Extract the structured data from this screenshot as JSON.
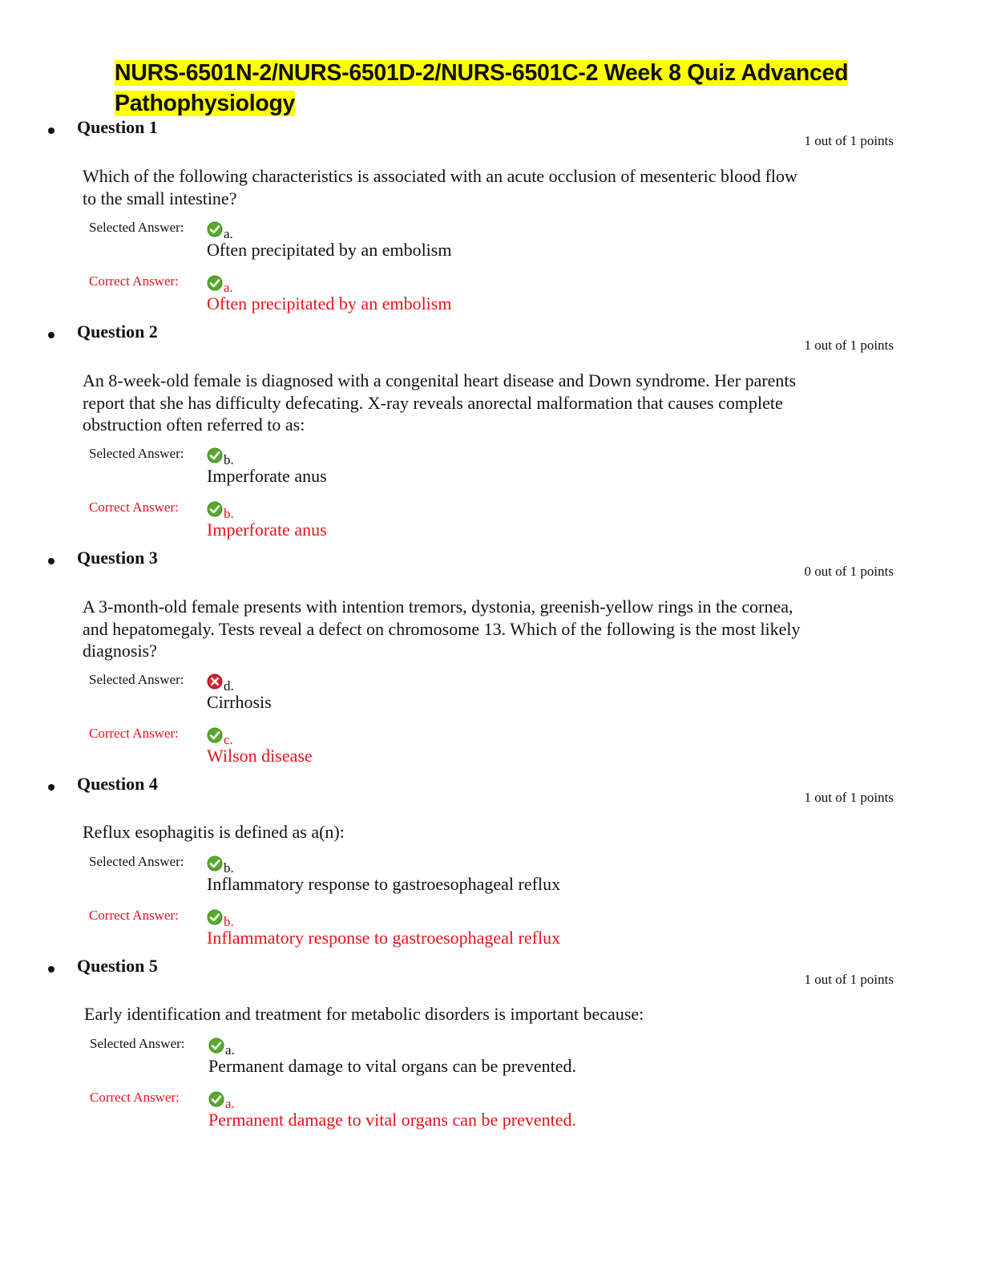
{
  "title": "NURS-6501N-2/NURS-6501D-2/NURS-6501C-2 Week 8 Quiz Advanced Pathophysiology",
  "labels": {
    "selected": "Selected Answer:",
    "correct": "Correct Answer:"
  },
  "colors": {
    "highlight": "#ffff00",
    "correct_red": "#e8131c",
    "check_green": "#5aa82e",
    "cross_red": "#d8202a"
  },
  "questions": [
    {
      "label": "Question 1",
      "points": "1 out of 1 points",
      "text": "Which of the following characteristics is associated with an acute occlusion of mesenteric blood flow to the small intestine?",
      "selected": {
        "icon": "check-icon",
        "letter": "a.",
        "text": "Often precipitated by an embolism"
      },
      "correct": {
        "icon": "check-icon",
        "letter": "a.",
        "text": "Often precipitated by an embolism"
      }
    },
    {
      "label": "Question 2",
      "points": "1 out of 1 points",
      "text": "An 8-week-old female is diagnosed with a congenital heart disease and Down syndrome. Her parents report that she has difficulty defecating. X-ray reveals anorectal malformation that causes complete obstruction often referred to as:",
      "selected": {
        "icon": "check-icon",
        "letter": "b.",
        "text": "Imperforate anus"
      },
      "correct": {
        "icon": "check-icon",
        "letter": "b.",
        "text": "Imperforate anus"
      }
    },
    {
      "label": "Question 3",
      "points": "0 out of 1 points",
      "text": "A 3-month-old female presents with intention tremors, dystonia, greenish-yellow rings in the cornea, and hepatomegaly. Tests reveal a defect on chromosome 13. Which of the following is the most likely diagnosis?",
      "selected": {
        "icon": "cross-icon",
        "letter": "d.",
        "text": "Cirrhosis"
      },
      "correct": {
        "icon": "check-icon",
        "letter": "c.",
        "text": "Wilson disease"
      }
    },
    {
      "label": "Question 4",
      "points": "1 out of 1 points",
      "text": "Reflux esophagitis is defined as a(n):",
      "selected": {
        "icon": "check-icon",
        "letter": "b.",
        "text": "Inflammatory response to gastroesophageal reflux"
      },
      "correct": {
        "icon": "check-icon",
        "letter": "b.",
        "text": "Inflammatory response to gastroesophageal reflux"
      }
    },
    {
      "label": "Question 5",
      "points": "1 out of 1 points",
      "text": "Early identification and treatment for metabolic disorders is important because:",
      "selected": {
        "icon": "check-icon",
        "letter": "a.",
        "text": "Permanent damage to vital organs can be prevented."
      },
      "correct": {
        "icon": "check-icon",
        "letter": "a.",
        "text": "Permanent damage to vital organs can be prevented."
      }
    }
  ]
}
